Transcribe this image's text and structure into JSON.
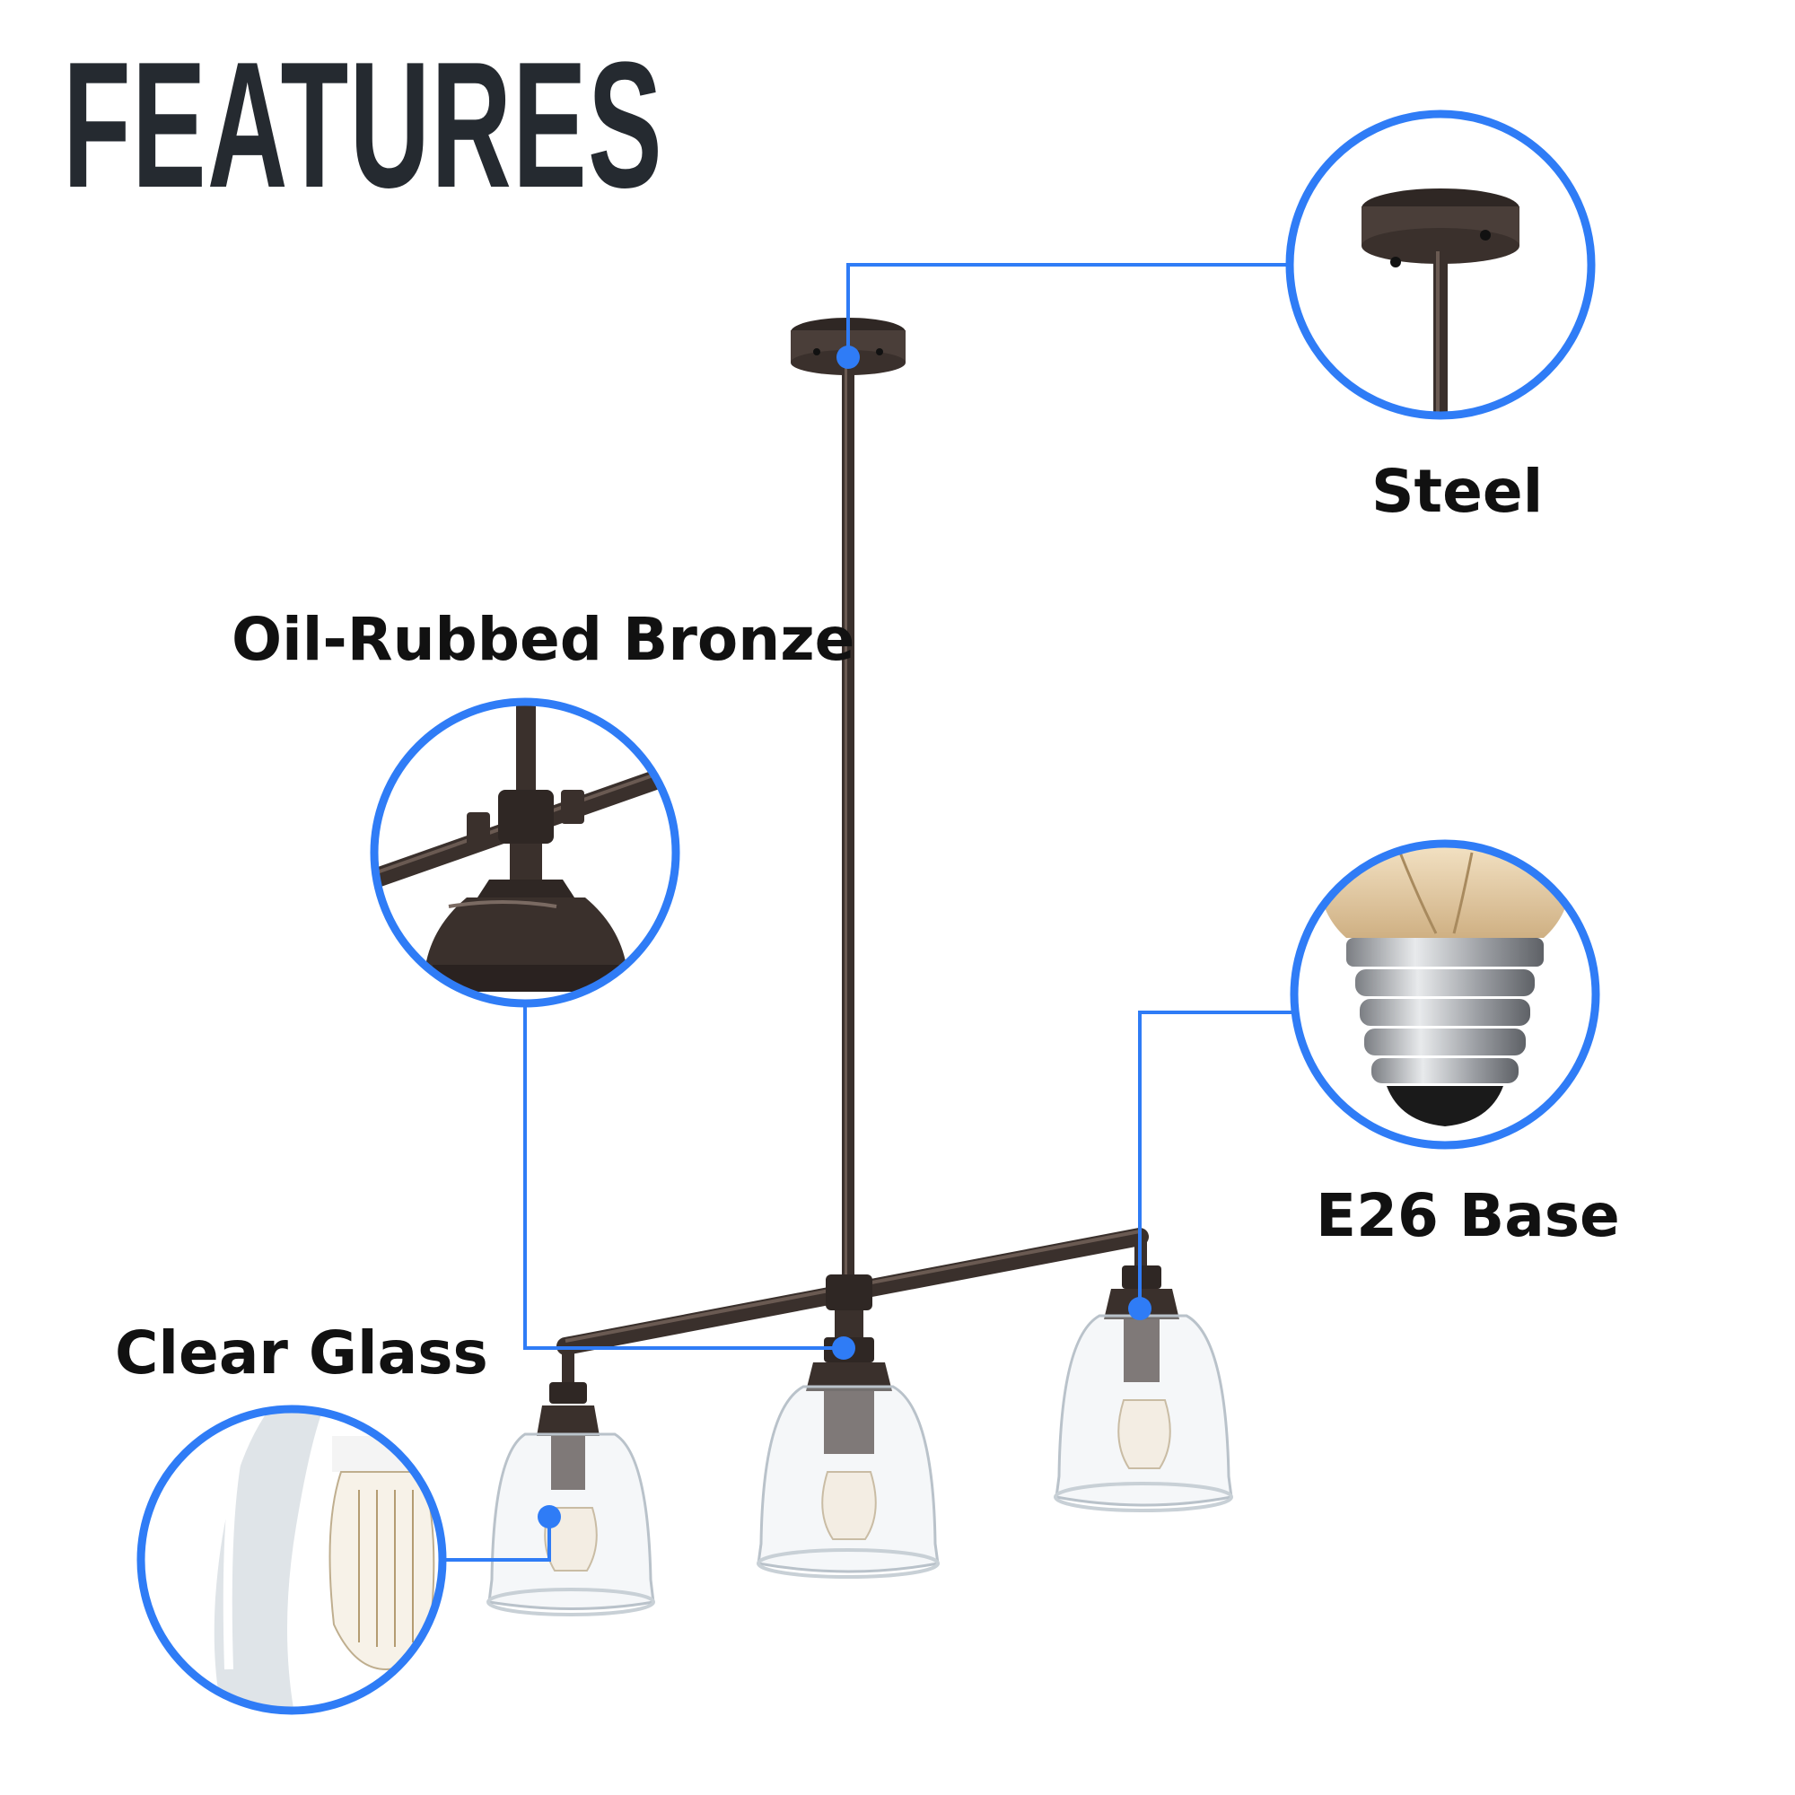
{
  "title": "FEATURES",
  "features": {
    "steel": "Steel",
    "finish": "Oil-Rubbed Bronze",
    "base": "E26 Base",
    "glass": "Clear Glass"
  },
  "colors": {
    "accent": "#2f7cf6",
    "metal": "#3a302c",
    "text": "#111111",
    "title": "#252a30"
  },
  "icons": {
    "steel": "canopy-detail-icon",
    "finish": "socket-joint-detail-icon",
    "base": "bulb-base-detail-icon",
    "glass": "glass-shade-detail-icon"
  }
}
